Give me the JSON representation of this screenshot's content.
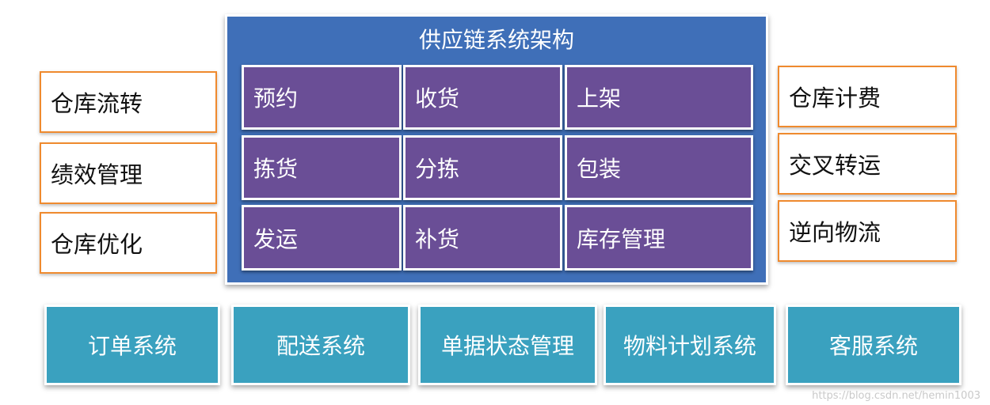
{
  "diagram": {
    "title": "供应链系统架构",
    "modules": [
      "预约",
      "收货",
      "上架",
      "拣货",
      "分拣",
      "包装",
      "发运",
      "补货",
      "库存管理"
    ],
    "left_boxes": [
      "仓库流转",
      "绩效管理",
      "仓库优化"
    ],
    "right_boxes": [
      "仓库计费",
      "交叉转运",
      "逆向物流"
    ],
    "bottom_systems": [
      "订单系统",
      "配送系统",
      "单据状态管理",
      "物料计划系统",
      "客服系统"
    ],
    "watermark": "https://blog.csdn.net/hemin1003",
    "colors": {
      "panel": "#3f6fb8",
      "module": "#6a4e96",
      "side_border": "#ef8a2e",
      "system": "#3aa1bf"
    }
  }
}
